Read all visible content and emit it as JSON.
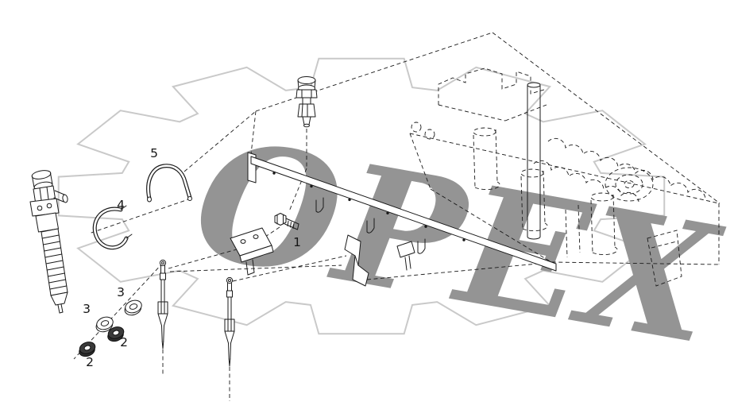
{
  "watermark": {
    "text": "OPEX",
    "text_color": "#949494",
    "gear_color": "#c9c9c9"
  },
  "diagram": {
    "background": "#ffffff",
    "line_color": "#1a1a1a",
    "callouts": [
      {
        "label": "5"
      },
      {
        "label": "4"
      },
      {
        "label": "1"
      },
      {
        "label": "3"
      },
      {
        "label": "3"
      },
      {
        "label": "2"
      },
      {
        "label": "2"
      }
    ]
  }
}
